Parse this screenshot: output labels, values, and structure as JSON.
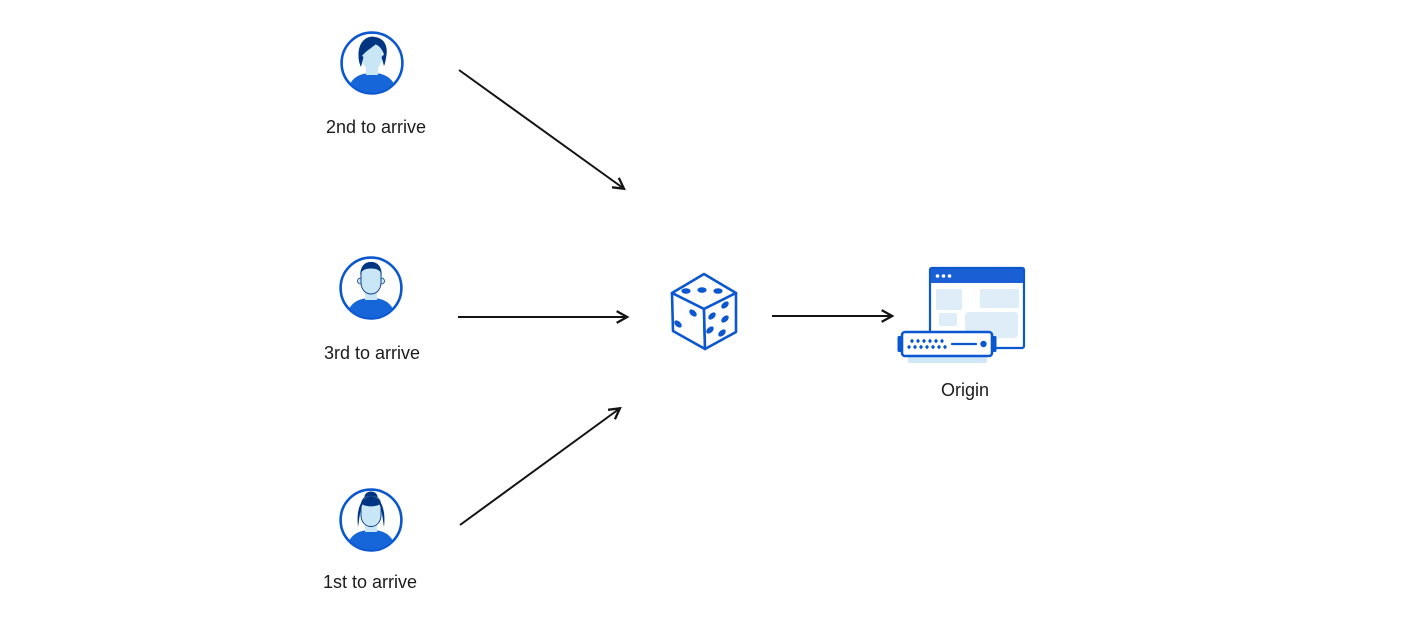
{
  "colors": {
    "primary-blue": "#0b57cf",
    "dark-blue": "#003681",
    "shirt-blue": "#1666da",
    "skin-blue": "#c9e6f7",
    "panel-blue": "#dfedf9",
    "tray-blue": "#cfe7f7",
    "titlebar-blue": "#1a5fd4",
    "arrow-black": "#141414",
    "text-color": "#1b1b1b",
    "bg": "#ffffff"
  },
  "diagram": {
    "type": "flow",
    "nodes": [
      {
        "id": "user-second",
        "label": "2nd to arrive",
        "icon": "avatar-male-swept-icon"
      },
      {
        "id": "user-third",
        "label": "3rd to arrive",
        "icon": "avatar-male-flattop-icon"
      },
      {
        "id": "user-first",
        "label": "1st to arrive",
        "icon": "avatar-female-bun-icon"
      },
      {
        "id": "randomizer",
        "label": "",
        "icon": "dice-icon"
      },
      {
        "id": "origin",
        "label": "Origin",
        "icon": "origin-server-icon"
      }
    ],
    "edges": [
      {
        "from": "user-second",
        "to": "randomizer"
      },
      {
        "from": "user-third",
        "to": "randomizer"
      },
      {
        "from": "user-first",
        "to": "randomizer"
      },
      {
        "from": "randomizer",
        "to": "origin"
      }
    ]
  }
}
